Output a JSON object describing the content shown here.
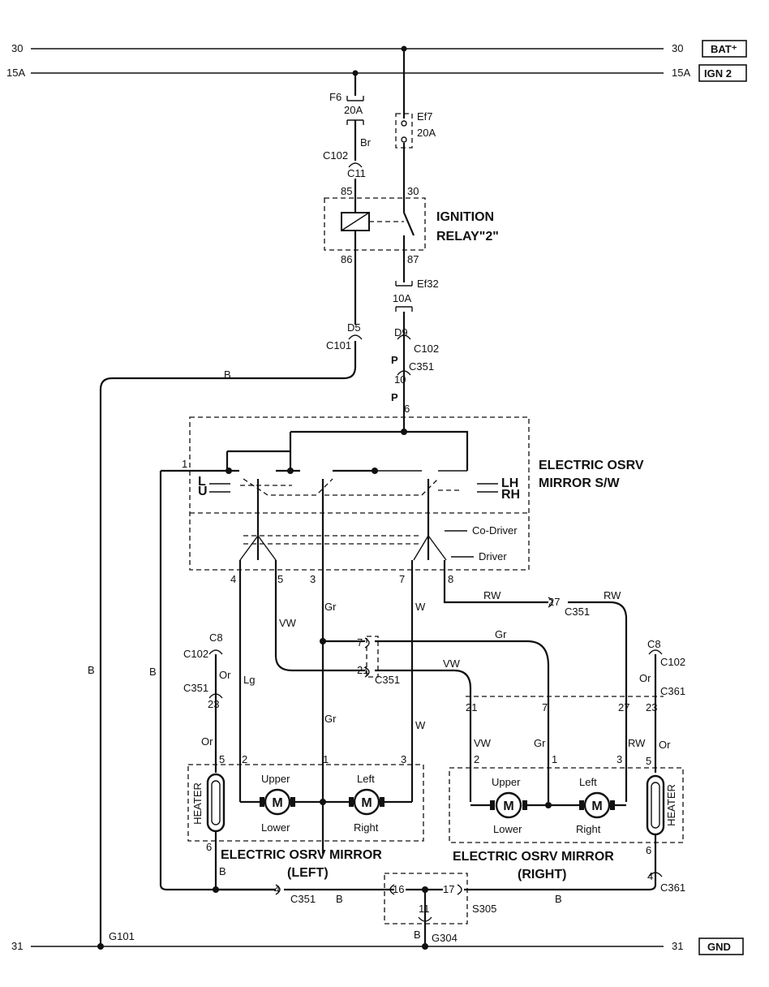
{
  "rails": {
    "r30": "30",
    "r15a": "15A",
    "r31": "31",
    "bat": "BAT⁺",
    "ign2": "IGN 2",
    "gnd": "GND"
  },
  "fuses": {
    "f6": "F6",
    "f6_rating": "20A",
    "ef7": "Ef7",
    "ef7_rating": "20A",
    "ef32": "Ef32",
    "ef32_rating": "10A"
  },
  "connectors": {
    "c102": "C102",
    "c11": "C11",
    "c101": "C101",
    "d5": "D5",
    "d9": "D9",
    "c351": "C351",
    "c361": "C361",
    "c8": "C8",
    "s305": "S305",
    "g101": "G101",
    "g304": "G304",
    "pin10": "10",
    "pin6": "6",
    "pin23": "23",
    "pin21": "21",
    "pin7": "7",
    "pin27": "27",
    "pin4": "4",
    "pin16": "16",
    "pin17": "17",
    "pin11": "11",
    "pin5": "5",
    "pin2": "2",
    "pin1": "1",
    "pin3": "3",
    "pin8": "8"
  },
  "relay": {
    "title_line1": "IGNITION",
    "title_line2": "RELAY\"2\"",
    "pin85": "85",
    "pin86": "86",
    "pin30": "30",
    "pin87": "87"
  },
  "switch": {
    "title_line1": "ELECTRIC OSRV",
    "title_line2": "MIRROR S/W",
    "L": "L",
    "U": "U",
    "LH": "LH",
    "RH": "RH",
    "codriver": "Co-Driver",
    "driver": "Driver"
  },
  "wire_colors": {
    "br": "Br",
    "b": "B",
    "p": "P",
    "lg": "Lg",
    "vw": "VW",
    "gr": "Gr",
    "w": "W",
    "rw": "RW",
    "or": "Or"
  },
  "mirror_left": {
    "title_line1": "ELECTRIC OSRV MIRROR",
    "title_line2": "(LEFT)",
    "heater": "HEATER",
    "upper": "Upper",
    "lower": "Lower",
    "left": "Left",
    "right": "Right",
    "motor": "M"
  },
  "mirror_right": {
    "title_line1": "ELECTRIC OSRV MIRROR",
    "title_line2": "(RIGHT)",
    "heater": "HEATER",
    "upper": "Upper",
    "lower": "Lower",
    "left": "Left",
    "right": "Right",
    "motor": "M"
  }
}
